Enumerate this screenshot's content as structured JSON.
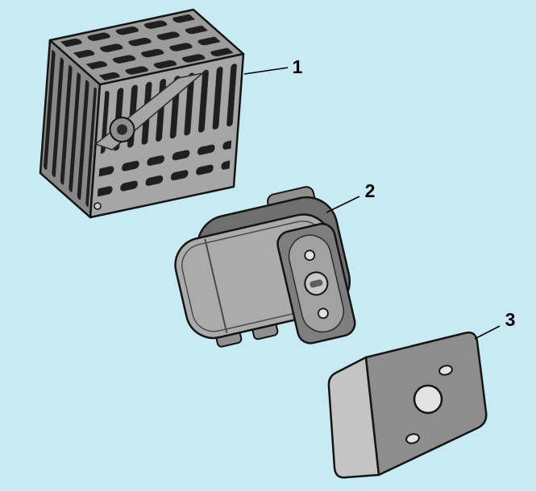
{
  "diagram": {
    "background": "#c7eaf3",
    "ink": "#141414",
    "palette": {
      "part_gray": "#a6a6a6",
      "dark_gray": "#6f6f6f",
      "light_gray": "#c4c4c4",
      "slot_black": "#1f1f1f"
    },
    "callouts": [
      {
        "label": "1",
        "points_to": "muffler-guard"
      },
      {
        "label": "2",
        "points_to": "muffler"
      },
      {
        "label": "3",
        "points_to": "heat-shield-plate"
      }
    ]
  }
}
